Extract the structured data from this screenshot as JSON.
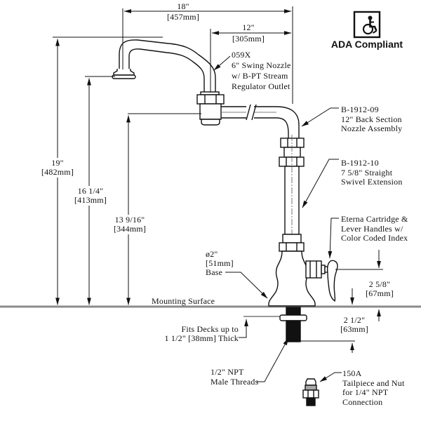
{
  "ada": {
    "label": "ADA Compliant"
  },
  "dimensions": {
    "reach": {
      "inches": "18\"",
      "mm": "[457mm]"
    },
    "back_section": {
      "inches": "12\"",
      "mm": "[305mm]"
    },
    "overall_height": {
      "inches": "19\"",
      "mm": "[482mm]"
    },
    "outlet_height": {
      "inches": "16 1/4\"",
      "mm": "[413mm]"
    },
    "swivel_height": {
      "inches": "13 9/16\"",
      "mm": "[344mm]"
    },
    "handle_height": {
      "inches": "2 5/8\"",
      "mm": "[67mm]"
    },
    "shank_length": {
      "inches": "2 1/2\"",
      "mm": "[63mm]"
    }
  },
  "callouts": {
    "nozzle": {
      "line1": "059X",
      "line2": "6\" Swing Nozzle",
      "line3": "w/ B-PT Stream",
      "line4": "Regulator Outlet"
    },
    "back_section": {
      "line1": "B-1912-09",
      "line2": "12\" Back Section",
      "line3": "Nozzle Assembly"
    },
    "extension": {
      "line1": "B-1912-10",
      "line2": "7 5/8\" Straight",
      "line3": "Swivel Extension"
    },
    "cartridge": {
      "line1": "Eterna Cartridge &",
      "line2": "Lever Handles w/",
      "line3": "Color Coded Index"
    },
    "base": {
      "line1": "ø2\"",
      "line2": "[51mm]",
      "line3": "Base"
    },
    "mounting_surface": "Mounting Surface",
    "deck": {
      "line1": "Fits Decks up to",
      "line2": "1 1/2\" [38mm] Thick"
    },
    "threads": {
      "line1": "1/2\" NPT",
      "line2": "Male Threads"
    },
    "tailpiece": {
      "line1": "150A",
      "line2": "Tailpiece and Nut",
      "line3": "for 1/4\" NPT",
      "line4": "Connection"
    }
  },
  "colors": {
    "line": "#111111",
    "surface_line": "#8c8c8c",
    "background": "#ffffff"
  }
}
